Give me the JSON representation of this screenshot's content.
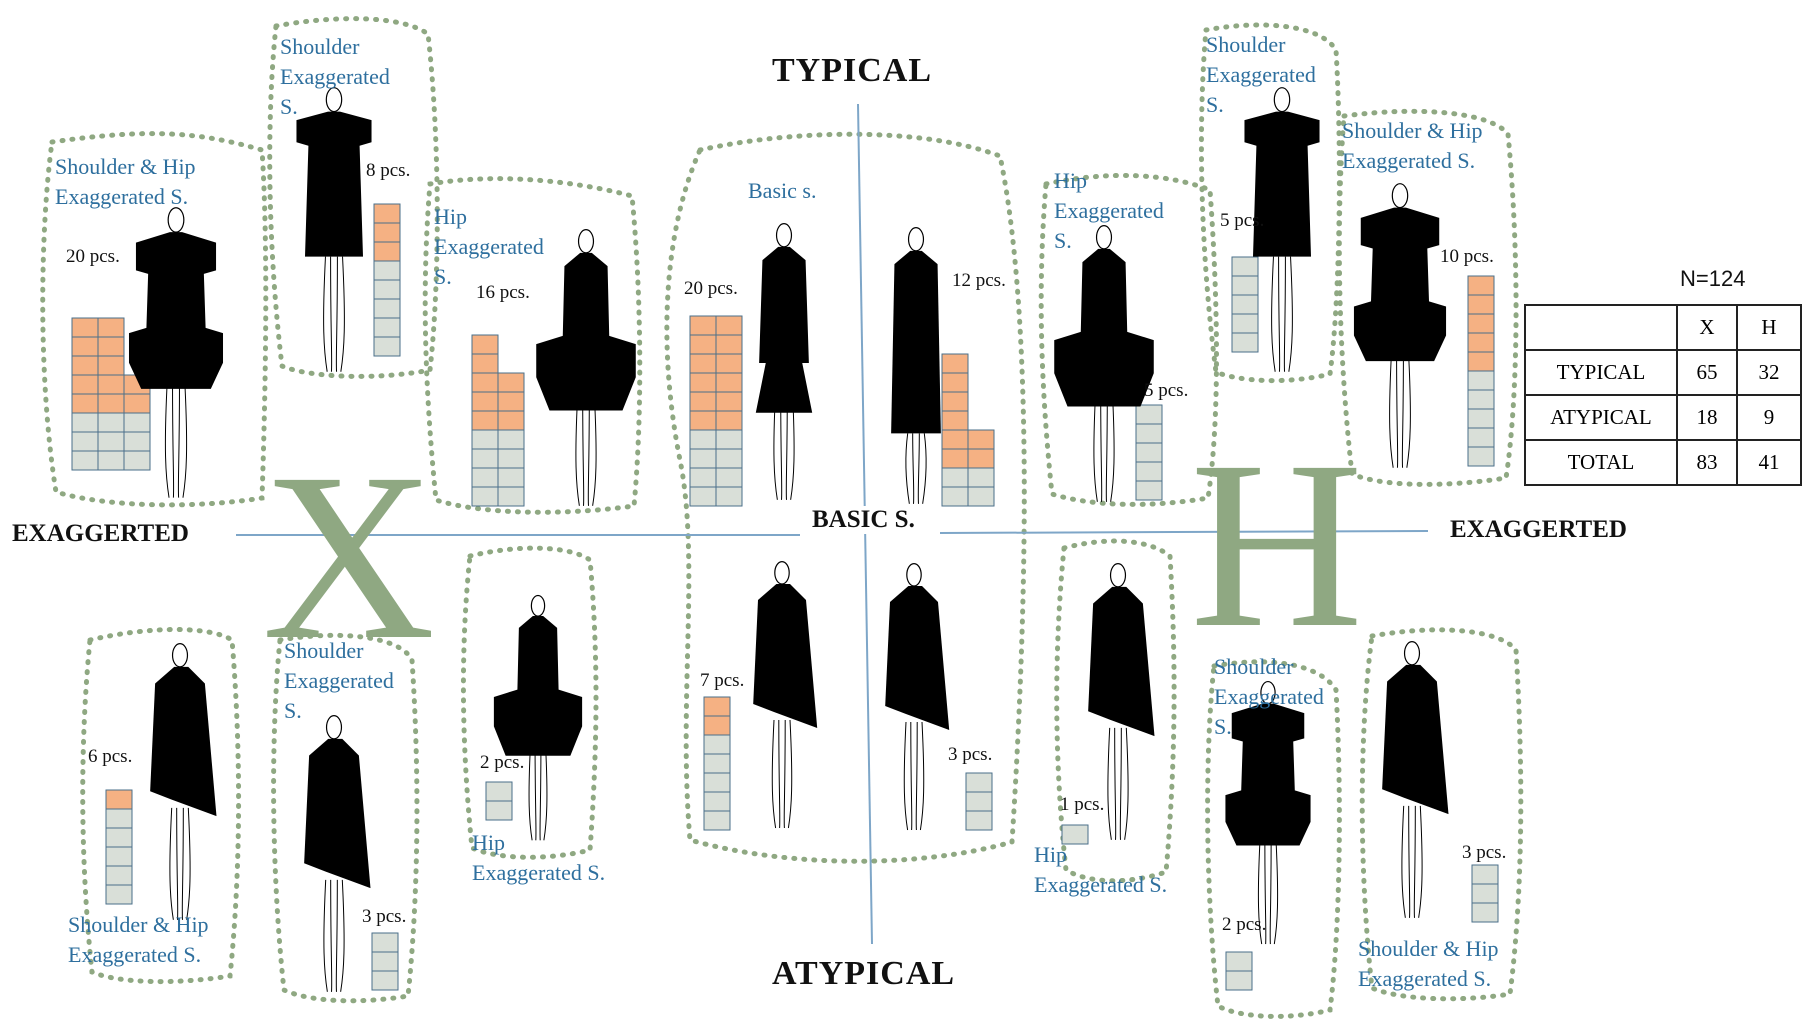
{
  "axes": {
    "top": "TYPICAL",
    "bottom": "ATYPICAL",
    "left": "EXAGGERTED",
    "right": "EXAGGERTED",
    "center": "BASIC S.",
    "left_letter": "X",
    "right_letter": "H"
  },
  "groups": {
    "tl_sh": {
      "label": "Shoulder & Hip\nExaggerated S.",
      "count": "20 pcs.",
      "orange": 12,
      "gray": 9
    },
    "tl_s": {
      "label": "Shoulder\nExaggerated\nS.",
      "count": "8 pcs.",
      "orange": 3,
      "gray": 5
    },
    "tl_h": {
      "label": "Hip\nExaggerated\nS.",
      "count": "16 pcs.",
      "orange": 8,
      "gray": 8
    },
    "basic_x_typ": {
      "label": "Basic s.",
      "count": "20 pcs.",
      "orange": 12,
      "gray": 8
    },
    "basic_h_typ": {
      "count": "12 pcs.",
      "orange": 8,
      "gray": 4
    },
    "tr_h": {
      "label": "Hip\nExaggerated\nS.",
      "count": "5 pcs.",
      "orange": 0,
      "gray": 5
    },
    "tr_s": {
      "label": "Shoulder\nExaggerated\nS.",
      "count": "5 pcs.",
      "orange": 0,
      "gray": 5
    },
    "tr_sh": {
      "label": "Shoulder & Hip\nExaggerated S.",
      "count": "10 pcs.",
      "orange": 5,
      "gray": 5
    },
    "bl_sh": {
      "label": "Shoulder & Hip\nExaggerated S.",
      "count": "6 pcs.",
      "orange": 1,
      "gray": 5
    },
    "bl_s": {
      "label": "Shoulder\nExaggerated\nS.",
      "count": "3 pcs.",
      "orange": 0,
      "gray": 3
    },
    "bl_h": {
      "label": "Hip\nExaggerated S.",
      "count": "2 pcs.",
      "orange": 0,
      "gray": 2
    },
    "basic_x_atyp": {
      "count": "7 pcs.",
      "orange": 2,
      "gray": 5
    },
    "basic_h_atyp": {
      "count": "3 pcs.",
      "orange": 0,
      "gray": 3
    },
    "br_h": {
      "label": "Hip\nExaggerated S.",
      "count": "1 pcs.",
      "orange": 0,
      "gray": 1
    },
    "br_s": {
      "label": "Shoulder\nExaggerated\nS.",
      "count": "2 pcs.",
      "orange": 0,
      "gray": 2
    },
    "br_sh": {
      "label": "Shoulder & Hip\nExaggerated S.",
      "count": "3 pcs.",
      "orange": 0,
      "gray": 3
    }
  },
  "table": {
    "n_label": "N=124",
    "header": [
      "",
      "X",
      "H"
    ],
    "rows": [
      [
        "TYPICAL",
        "65",
        "32"
      ],
      [
        "ATYPICAL",
        "18",
        "9"
      ],
      [
        "TOTAL",
        "83",
        "41"
      ]
    ]
  },
  "colors": {
    "orange": "#f5b183",
    "gray": "#d9dfd8",
    "cell_border": "#4a6f8a",
    "dotted": "#8fa882",
    "axis_line": "#7ea6c8",
    "label": "#2e6f9e",
    "letters": "#8fa882"
  }
}
